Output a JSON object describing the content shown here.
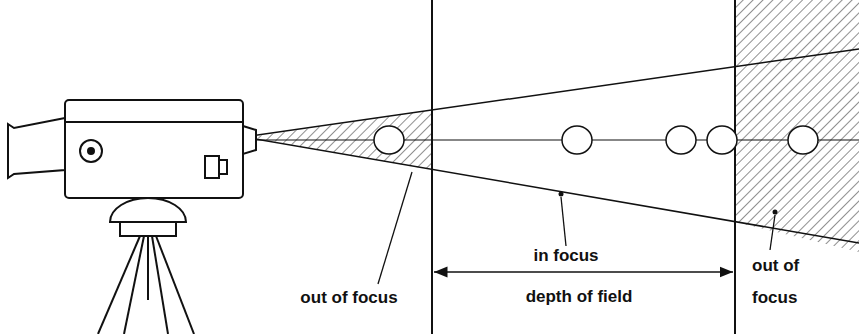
{
  "diagram": {
    "labels": [
      "out of focus",
      "in focus",
      "depth of field",
      "out of focus"
    ]
  }
}
